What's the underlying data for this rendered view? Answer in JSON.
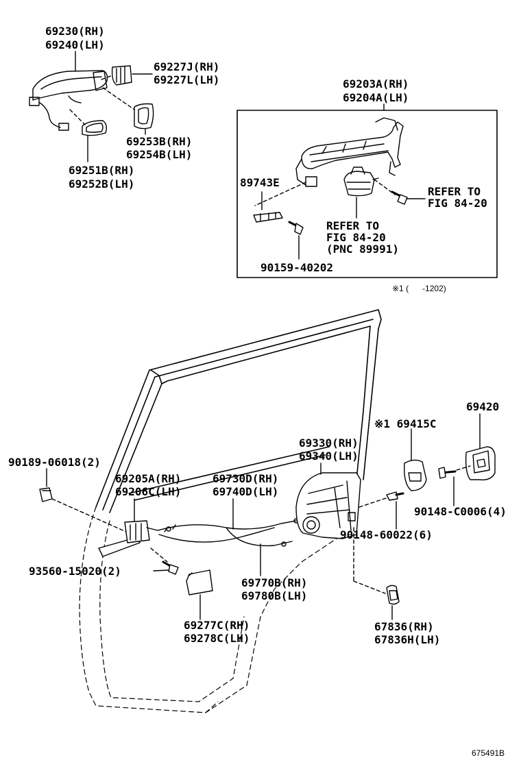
{
  "labels": {
    "outer_handle": [
      "69230(RH)",
      "69240(LH)"
    ],
    "handle_cap": [
      "69227J(RH)",
      "69227L(LH)"
    ],
    "pad_upper": [
      "69253B(RH)",
      "69254B(LH)"
    ],
    "pad_lower": [
      "69251B(RH)",
      "69252B(LH)"
    ],
    "inset_frame": [
      "69203A(RH)",
      "69204A(LH)"
    ],
    "switch": "89743E",
    "refer_right": [
      "REFER TO",
      "FIG 84-20"
    ],
    "refer_center": [
      "REFER TO",
      "FIG 84-20",
      "(PNC 89991)"
    ],
    "inset_bolt": "90159-40202",
    "inset_note": "※1 (      -1202)",
    "striker": "69420",
    "cover": "※1 69415C",
    "lock": [
      "69330(RH)",
      "69340(LH)"
    ],
    "clip": "90189-06018(2)",
    "inner_handle": [
      "69205A(RH)",
      "69206C(LH)"
    ],
    "cable_upper": [
      "69730D(RH)",
      "69740D(LH)"
    ],
    "striker_screw": "90148-C0006(4)",
    "lock_screw": "90148-60022(6)",
    "handle_screw": "93560-15020(2)",
    "cable_lower": [
      "69770B(RH)",
      "69780B(LH)"
    ],
    "grommet": [
      "67836(RH)",
      "67836H(LH)"
    ],
    "protector": [
      "69277C(RH)",
      "69278C(LH)"
    ],
    "figure_id": "675491B"
  }
}
